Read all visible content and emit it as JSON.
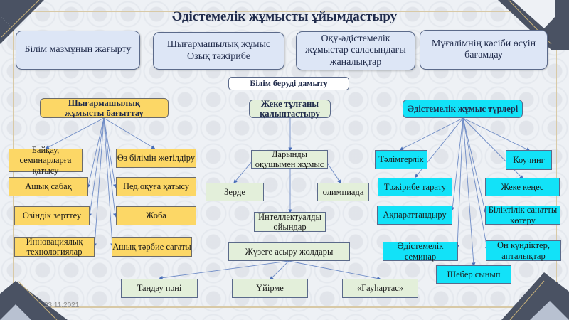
{
  "title": "Әдістемелік жұмысты ұйымдастыру",
  "date": "23.11.2021",
  "colors": {
    "yellow": "#fcd766",
    "green": "#e3efda",
    "cyan": "#12e2f8",
    "top_box": "#dde6f6",
    "frame": "#4a5263",
    "accent_line": "#c9b27a",
    "connector": "#5a7bbf"
  },
  "top_boxes": [
    {
      "label": "Білім мазмұнын жағырту"
    },
    {
      "label": "Шығармашылық жұмыс Озық тәжірибе"
    },
    {
      "label": "Оқу-әдістемелік жұмыстар саласындағы жаңалықтар"
    },
    {
      "label": "Мұғалімнің кәсіби өсуін бағамдау"
    }
  ],
  "center_header": "Білім беруді дамыту",
  "left_branch": {
    "hub": "Шығармашылық жұмысты бағыттау",
    "items": [
      {
        "label": "Байқау, семинарларға қатысу"
      },
      {
        "label": "Өз білімін жетілдіру"
      },
      {
        "label": "Ашық сабақ"
      },
      {
        "label": "Пед.оқуға қатысу"
      },
      {
        "label": "Өзіндік зерттеу"
      },
      {
        "label": "Жоба"
      },
      {
        "label": "Инновациялық технологиялар"
      },
      {
        "label": "Ашық тәрбие сағаты"
      }
    ]
  },
  "middle_branch": {
    "hub": "Жеке тұлғаны қалыптастыру",
    "gifted": "Дарынды оқушымен жұмыс",
    "items": [
      {
        "label": "Зерде"
      },
      {
        "label": "олимпиада"
      },
      {
        "label": "Интеллектуалды ойындар"
      }
    ],
    "ways": "Жүзеге асыру жолдары",
    "ways_items": [
      {
        "label": "Таңдау пәні"
      },
      {
        "label": "Үйірме"
      },
      {
        "label": "«Гауһартас»"
      }
    ]
  },
  "right_branch": {
    "hub": "Әдістемелік жұмыс түрлері",
    "items": [
      {
        "label": "Тәлімгерлік"
      },
      {
        "label": "Коучинг"
      },
      {
        "label": "Тәжірибе тарату"
      },
      {
        "label": "Жеке кеңес"
      },
      {
        "label": "Ақпараттандыру"
      },
      {
        "label": "Біліктілік санатты көтеру"
      },
      {
        "label": "Әдістемелік семинар"
      },
      {
        "label": "Он күндіктер, апталықтар"
      },
      {
        "label": "Шебер сынып"
      }
    ]
  }
}
